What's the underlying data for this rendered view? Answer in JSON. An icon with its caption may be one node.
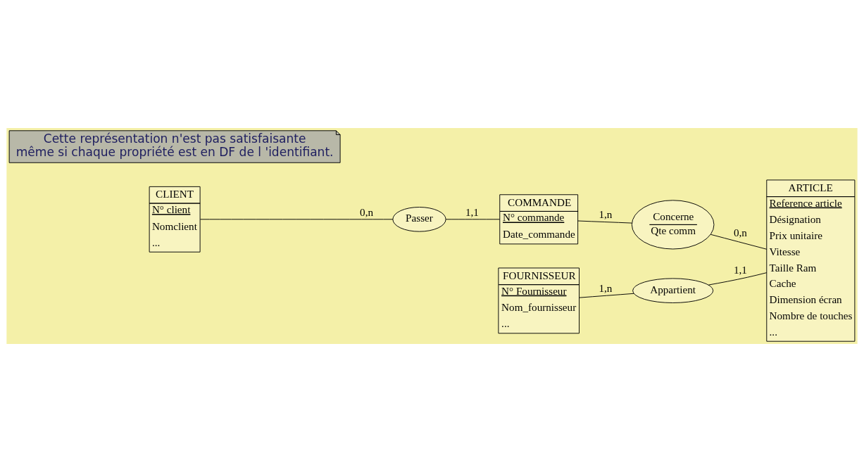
{
  "diagram": {
    "nodes": [
      {
        "text": [
          "CLIENT",
          "N° client",
          "Nomclient",
          "..."
        ]
      },
      {
        "text": [
          "Passer"
        ]
      },
      {
        "text": [
          "COMMANDE",
          "N° commande",
          "Date_commande"
        ]
      },
      {
        "text": [
          "FOURNISSEUR",
          "N° Fournisseur",
          "Nom_fournisseur",
          "..."
        ]
      },
      {
        "text": [
          "ARTICLE",
          "Reference article",
          "Désignation",
          "Prix unitaire",
          "Vitesse",
          "Taille Ram",
          "Cache",
          "Dimension écran",
          "Nombre de touches",
          "..."
        ]
      },
      {
        "text": [
          "Concerne",
          "Qte comm"
        ]
      },
      {
        "text": [
          "Appartient"
        ]
      },
      {
        "text": [
          "Cette représentation n'est pas satisfaisante même si chaque propriété est en DF de l 'identifiant."
        ]
      }
    ],
    "edges": [
      {
        "from": 0,
        "to": 1,
        "arrow": "none",
        "label": "0,n"
      },
      {
        "from": 1,
        "to": 2,
        "arrow": "none",
        "label": "1,1"
      },
      {
        "from": 2,
        "to": 5,
        "arrow": "none",
        "label": "1,n"
      },
      {
        "from": 5,
        "to": 4,
        "arrow": "none",
        "label": "0,n"
      },
      {
        "from": 3,
        "to": 6,
        "arrow": "none",
        "label": "1,n"
      },
      {
        "from": 6,
        "to": 4,
        "arrow": "none",
        "label": "1,1"
      }
    ]
  }
}
